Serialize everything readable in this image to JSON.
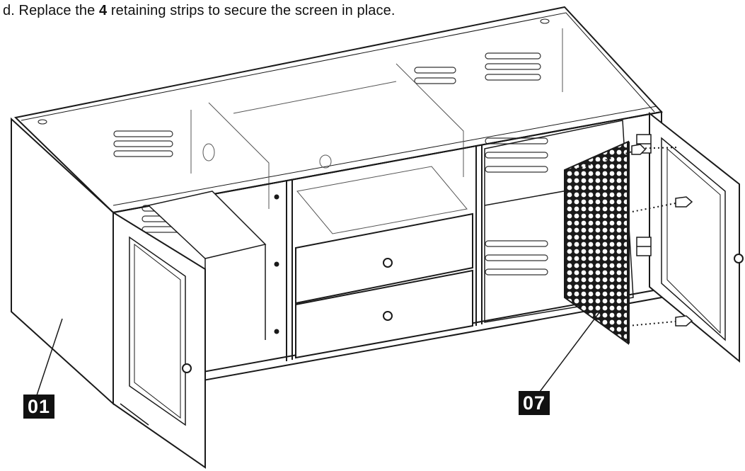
{
  "instruction": {
    "prefix": "d.  Replace the ",
    "count": "4",
    "suffix": " retaining strips to secure the screen in place."
  },
  "callouts": {
    "cabinet": "01",
    "screen": "07"
  }
}
